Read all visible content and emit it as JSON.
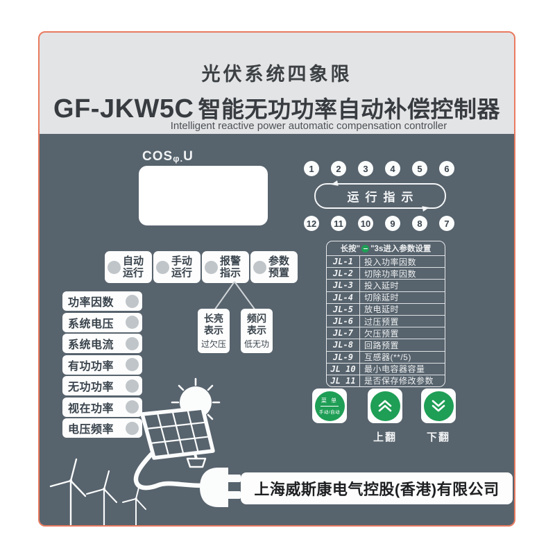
{
  "colors": {
    "accent_red": "#e97a5f",
    "panel_slate": "#57636d",
    "header_gray": "#e3e4e6",
    "key_green": "#1f9e56",
    "led_gray": "#c0c5c9"
  },
  "header": {
    "title": "光伏系统四象限",
    "model": "GF-JKW5C",
    "title_cn": "智能无功功率自动补偿控制器",
    "subtitle_en": "Intelligent reactive power automatic compensation controller"
  },
  "display": {
    "cos": "COS",
    "phi": "φ.",
    "u": "U"
  },
  "run_indicator": {
    "label": "运行指示",
    "top_numbers": [
      "1",
      "2",
      "3",
      "4",
      "5",
      "6"
    ],
    "bottom_numbers": [
      "12",
      "11",
      "10",
      "9",
      "8",
      "7"
    ]
  },
  "mode_indicators": [
    {
      "line1": "自动",
      "line2": "运行"
    },
    {
      "line1": "手动",
      "line2": "运行"
    },
    {
      "line1": "报警",
      "line2": "指示"
    },
    {
      "line1": "参数",
      "line2": "预置"
    }
  ],
  "measure_labels": [
    "功率因数",
    "系统电压",
    "系统电流",
    "有功功率",
    "无功功率",
    "视在功率",
    "电压频率"
  ],
  "legend_boxes": [
    {
      "line1": "长亮",
      "line2": "表示",
      "line3": "过欠压"
    },
    {
      "line1": "频闪",
      "line2": "表示",
      "line3": "低无功"
    }
  ],
  "param_table": {
    "header_prefix": "长按\"",
    "header_suffix": "\"3s进入参数设置",
    "rows": [
      {
        "code": "JL-1",
        "desc": "投入功率因数"
      },
      {
        "code": "JL-2",
        "desc": "切除功率因数"
      },
      {
        "code": "JL-3",
        "desc": "投入延时"
      },
      {
        "code": "JL-4",
        "desc": "切除延时"
      },
      {
        "code": "JL-5",
        "desc": "放电延时"
      },
      {
        "code": "JL-6",
        "desc": "过压预置"
      },
      {
        "code": "JL-7",
        "desc": "欠压预置"
      },
      {
        "code": "JL-8",
        "desc": "回路预置"
      },
      {
        "code": "JL-9",
        "desc": "互感器(**/5)"
      },
      {
        "code": "JL 10",
        "desc": "最小电容器容量"
      },
      {
        "code": "JL 11",
        "desc": "是否保存修改参数"
      }
    ]
  },
  "keys": {
    "menu_top": "菜 单",
    "menu_bottom": "手动/自动",
    "up_label": "上翻",
    "down_label": "下翻"
  },
  "footer": {
    "company": "上海威斯康电气控股(香港)有限公司"
  }
}
